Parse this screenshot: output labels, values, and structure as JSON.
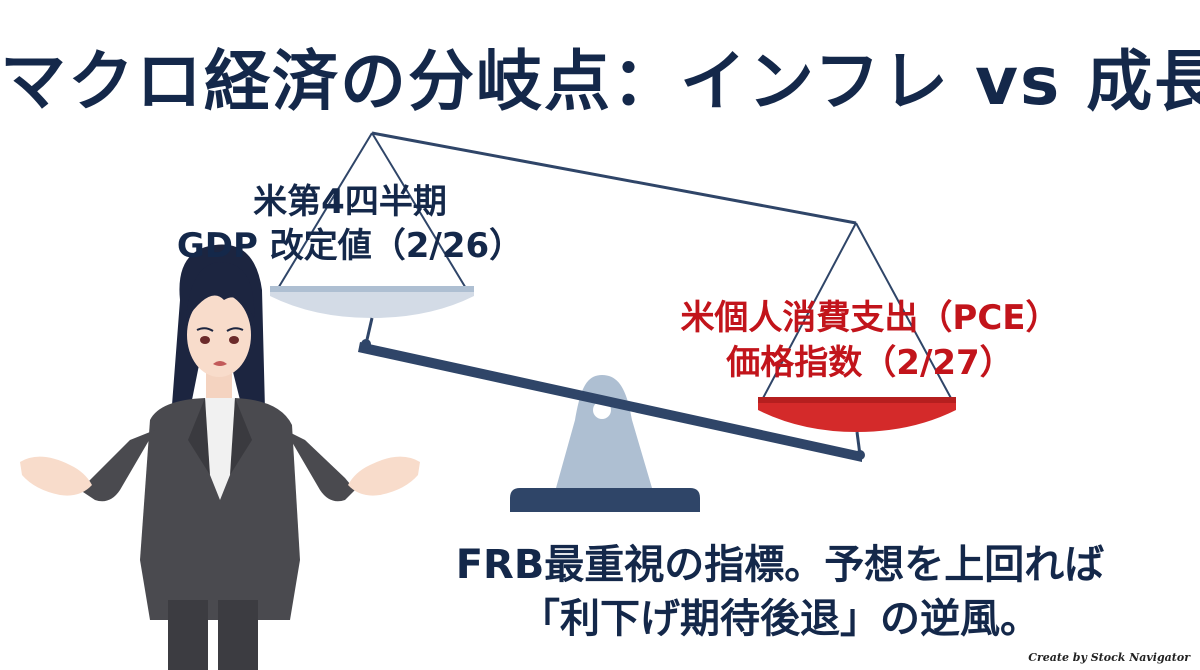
{
  "title": "マクロ経済の分岐点：インフレ vs 成長",
  "scale": {
    "left_pan_label": [
      "米第4四半期",
      "GDP 改定値（2/26）"
    ],
    "right_pan_label": [
      "米個人消費支出（PCE）",
      "価格指数（2/27）"
    ],
    "left_pan_color": "#d3dbe6",
    "right_pan_color": "#d42a2a",
    "beam_color": "#2f4568",
    "stand_color": "#aebfd2"
  },
  "caption": [
    "FRB最重視の指標。予想を上回れば",
    "「利下げ期待後退」の逆風。"
  ],
  "credit": "Create by Stock Navigator",
  "colors": {
    "title": "#14284a",
    "accent_red": "#c2141b"
  }
}
